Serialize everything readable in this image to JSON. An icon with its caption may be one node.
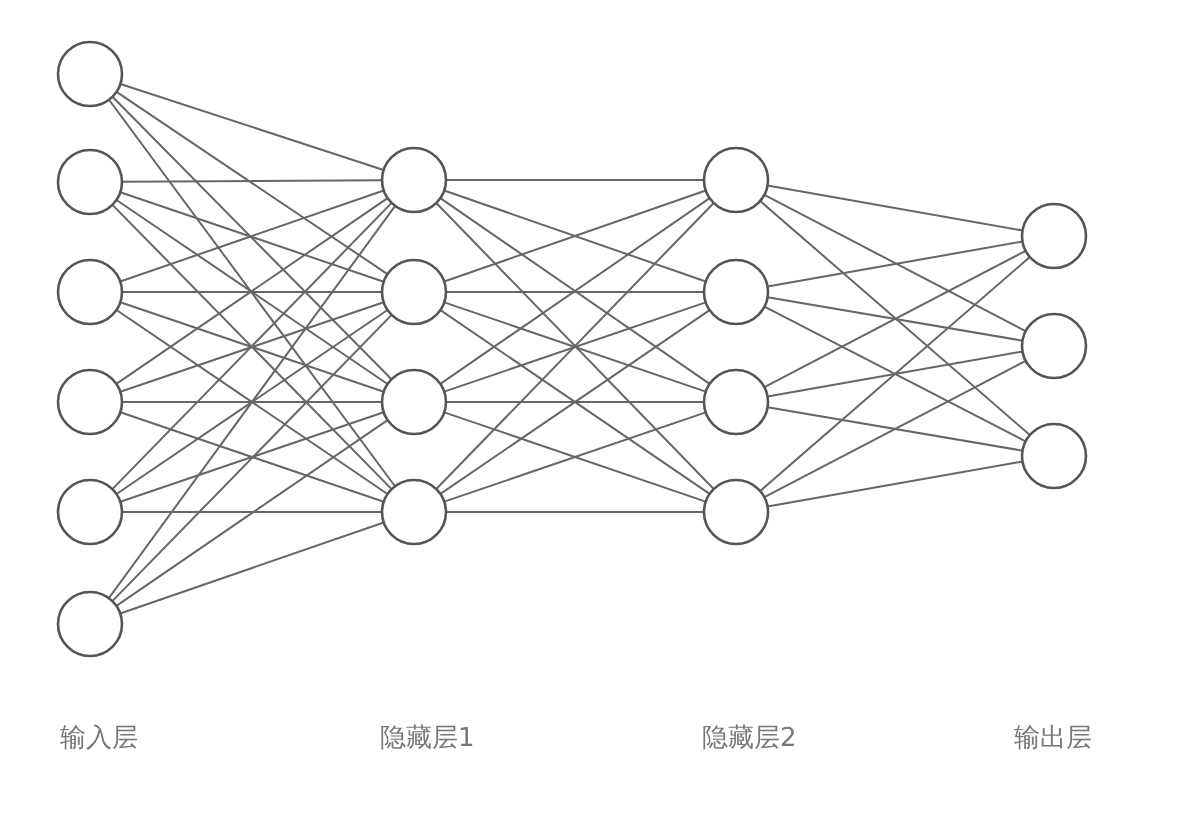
{
  "diagram": {
    "nodes": [
      {
        "text": [],
        "shape": "circle"
      },
      {
        "text": [],
        "shape": "circle"
      },
      {
        "text": [],
        "shape": "circle"
      },
      {
        "text": [],
        "shape": "circle"
      },
      {
        "text": [],
        "shape": "circle"
      },
      {
        "text": [],
        "shape": "circle"
      },
      {
        "text": [],
        "shape": "circle"
      },
      {
        "text": [],
        "shape": "circle"
      },
      {
        "text": [],
        "shape": "circle"
      },
      {
        "text": [],
        "shape": "circle"
      },
      {
        "text": [],
        "shape": "circle"
      },
      {
        "text": [],
        "shape": "circle"
      },
      {
        "text": [],
        "shape": "circle"
      },
      {
        "text": [],
        "shape": "circle"
      },
      {
        "text": [],
        "shape": "circle"
      },
      {
        "text": [],
        "shape": "circle"
      },
      {
        "text": [],
        "shape": "circle"
      }
    ],
    "edges": [
      {
        "from": 0,
        "to": 6,
        "arrow": "none"
      },
      {
        "from": 0,
        "to": 7,
        "arrow": "none"
      },
      {
        "from": 0,
        "to": 8,
        "arrow": "none"
      },
      {
        "from": 0,
        "to": 9,
        "arrow": "none"
      },
      {
        "from": 1,
        "to": 6,
        "arrow": "none"
      },
      {
        "from": 1,
        "to": 7,
        "arrow": "none"
      },
      {
        "from": 1,
        "to": 8,
        "arrow": "none"
      },
      {
        "from": 1,
        "to": 9,
        "arrow": "none"
      },
      {
        "from": 2,
        "to": 6,
        "arrow": "none"
      },
      {
        "from": 2,
        "to": 7,
        "arrow": "none"
      },
      {
        "from": 2,
        "to": 8,
        "arrow": "none"
      },
      {
        "from": 2,
        "to": 9,
        "arrow": "none"
      },
      {
        "from": 3,
        "to": 6,
        "arrow": "none"
      },
      {
        "from": 3,
        "to": 7,
        "arrow": "none"
      },
      {
        "from": 3,
        "to": 8,
        "arrow": "none"
      },
      {
        "from": 3,
        "to": 9,
        "arrow": "none"
      },
      {
        "from": 4,
        "to": 6,
        "arrow": "none"
      },
      {
        "from": 4,
        "to": 7,
        "arrow": "none"
      },
      {
        "from": 4,
        "to": 8,
        "arrow": "none"
      },
      {
        "from": 4,
        "to": 9,
        "arrow": "none"
      },
      {
        "from": 5,
        "to": 6,
        "arrow": "none"
      },
      {
        "from": 5,
        "to": 7,
        "arrow": "none"
      },
      {
        "from": 5,
        "to": 8,
        "arrow": "none"
      },
      {
        "from": 5,
        "to": 9,
        "arrow": "none"
      },
      {
        "from": 6,
        "to": 10,
        "arrow": "none"
      },
      {
        "from": 6,
        "to": 11,
        "arrow": "none"
      },
      {
        "from": 6,
        "to": 12,
        "arrow": "none"
      },
      {
        "from": 6,
        "to": 13,
        "arrow": "none"
      },
      {
        "from": 7,
        "to": 10,
        "arrow": "none"
      },
      {
        "from": 7,
        "to": 11,
        "arrow": "none"
      },
      {
        "from": 7,
        "to": 12,
        "arrow": "none"
      },
      {
        "from": 7,
        "to": 13,
        "arrow": "none"
      },
      {
        "from": 8,
        "to": 10,
        "arrow": "none"
      },
      {
        "from": 8,
        "to": 11,
        "arrow": "none"
      },
      {
        "from": 8,
        "to": 12,
        "arrow": "none"
      },
      {
        "from": 8,
        "to": 13,
        "arrow": "none"
      },
      {
        "from": 9,
        "to": 10,
        "arrow": "none"
      },
      {
        "from": 9,
        "to": 11,
        "arrow": "none"
      },
      {
        "from": 9,
        "to": 12,
        "arrow": "none"
      },
      {
        "from": 9,
        "to": 13,
        "arrow": "none"
      },
      {
        "from": 10,
        "to": 14,
        "arrow": "none"
      },
      {
        "from": 10,
        "to": 15,
        "arrow": "none"
      },
      {
        "from": 10,
        "to": 16,
        "arrow": "none"
      },
      {
        "from": 11,
        "to": 14,
        "arrow": "none"
      },
      {
        "from": 11,
        "to": 15,
        "arrow": "none"
      },
      {
        "from": 11,
        "to": 16,
        "arrow": "none"
      },
      {
        "from": 12,
        "to": 14,
        "arrow": "none"
      },
      {
        "from": 12,
        "to": 15,
        "arrow": "none"
      },
      {
        "from": 12,
        "to": 16,
        "arrow": "none"
      },
      {
        "from": 13,
        "to": 14,
        "arrow": "none"
      },
      {
        "from": 13,
        "to": 15,
        "arrow": "none"
      },
      {
        "from": 13,
        "to": 16,
        "arrow": "none"
      }
    ],
    "labels": [
      "输入层",
      "隐藏层1",
      "隐藏层2",
      "输出层"
    ]
  }
}
